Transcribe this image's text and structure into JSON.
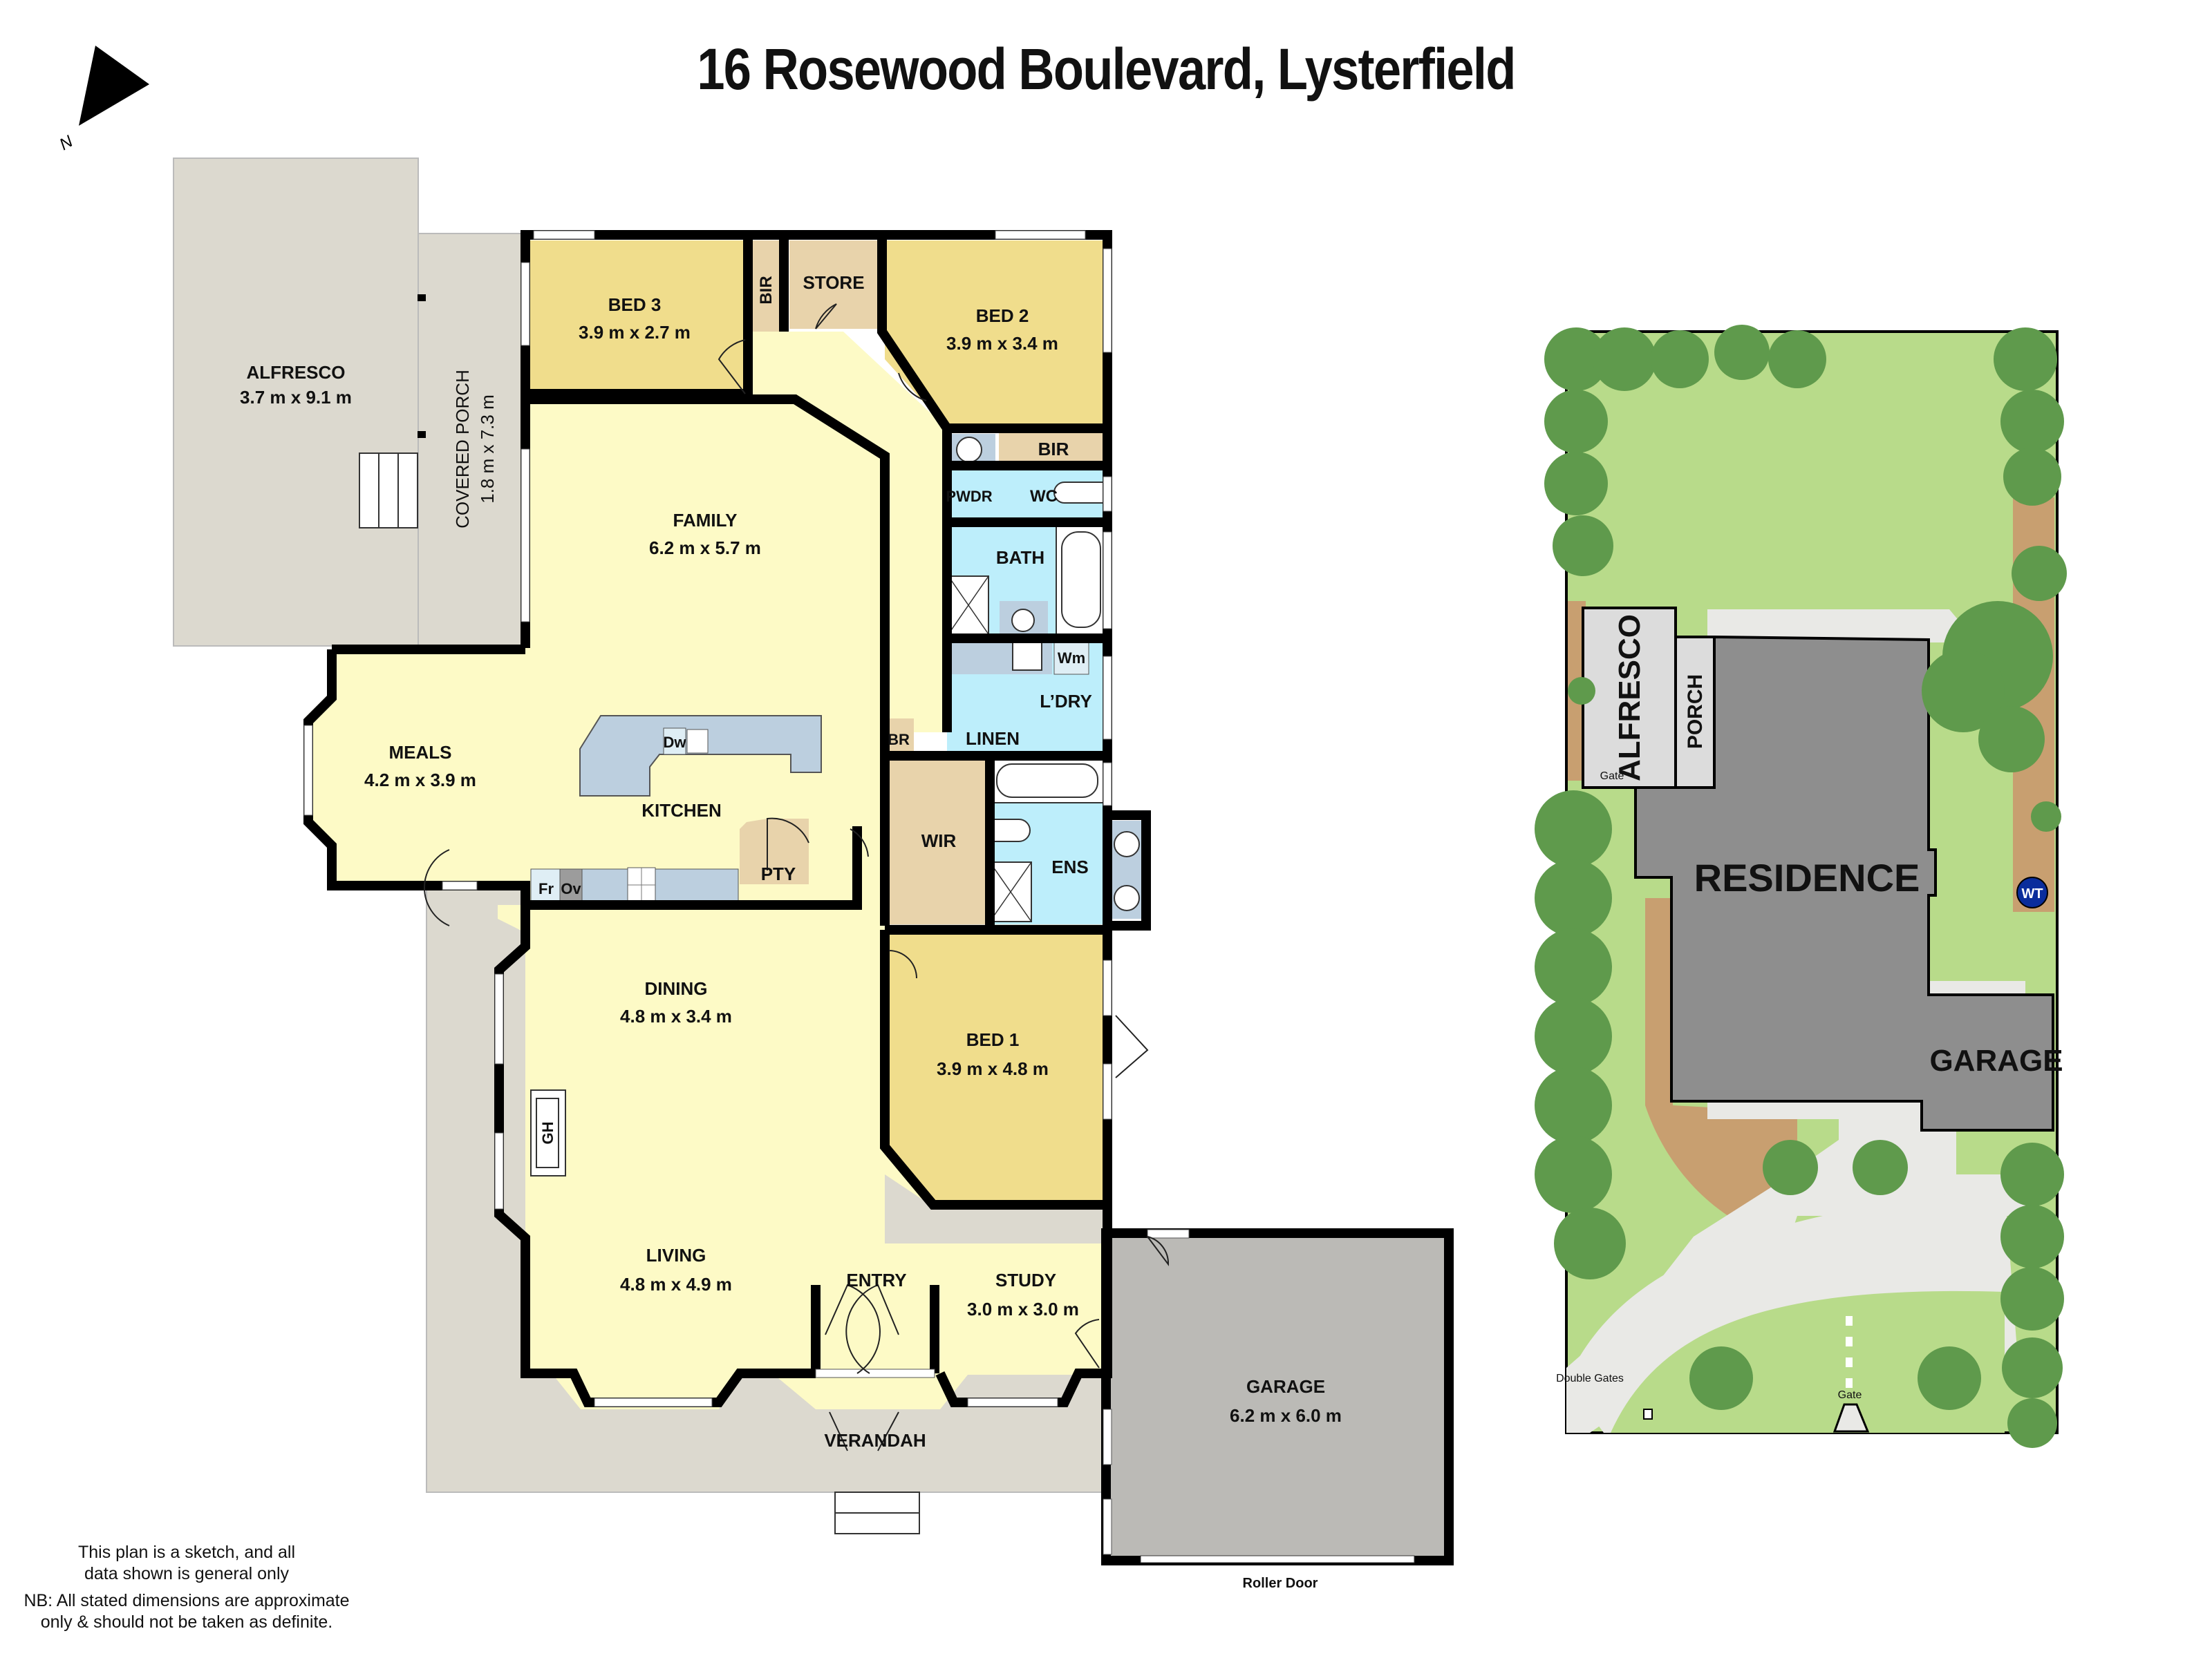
{
  "header": {
    "title": "16 Rosewood Boulevard, Lysterfield"
  },
  "compass": {
    "label": "N",
    "icon": "north-arrow-icon"
  },
  "colors": {
    "living": "#fdfac6",
    "bedroom": "#f0dd8c",
    "storage": "#e8d3ab",
    "wet": "#bdeefb",
    "bench": "#bccfdf",
    "outdoor": "#dcd9cf",
    "garage": "#bbbab6",
    "wall": "#000000",
    "lawn": "#b8db8a",
    "tree": "#5f9a4c",
    "path": "#e9e9e6",
    "garden_bed": "#c89f70",
    "roof": "#8e8e8e",
    "wt_badge": "#0a2d9c"
  },
  "rooms": {
    "alfresco": {
      "name": "ALFRESCO",
      "size": "3.7 m x 9.1 m"
    },
    "covered_porch": {
      "name": "COVERED PORCH",
      "size": "1.8 m x 7.3 m"
    },
    "bed3": {
      "name": "BED 3",
      "size": "3.9 m x 2.7 m"
    },
    "bir_bed3": {
      "name": "BIR"
    },
    "store": {
      "name": "STORE"
    },
    "bed2": {
      "name": "BED 2",
      "size": "3.9 m x 3.4 m"
    },
    "bir_bed2": {
      "name": "BIR"
    },
    "pwdr": {
      "name": "PWDR"
    },
    "wc": {
      "name": "WC"
    },
    "bath": {
      "name": "BATH"
    },
    "ldry": {
      "name": "L’DRY"
    },
    "wm": {
      "name": "Wm"
    },
    "linen": {
      "name": "LINEN"
    },
    "br": {
      "name": "BR"
    },
    "family": {
      "name": "FAMILY",
      "size": "6.2 m x 5.7 m"
    },
    "meals": {
      "name": "MEALS",
      "size": "4.2 m x 3.9 m"
    },
    "kitchen": {
      "name": "KITCHEN"
    },
    "dw": {
      "name": "Dw"
    },
    "fr": {
      "name": "Fr"
    },
    "ov": {
      "name": "Ov"
    },
    "pty": {
      "name": "PTY"
    },
    "wir": {
      "name": "WIR"
    },
    "ens": {
      "name": "ENS"
    },
    "bed1": {
      "name": "BED 1",
      "size": "3.9 m x 4.8 m"
    },
    "dining": {
      "name": "DINING",
      "size": "4.8 m x 3.4 m"
    },
    "gh": {
      "name": "GH"
    },
    "living": {
      "name": "LIVING",
      "size": "4.8 m x 4.9 m"
    },
    "entry": {
      "name": "ENTRY"
    },
    "study": {
      "name": "STUDY",
      "size": "3.0 m x 3.0 m"
    },
    "verandah": {
      "name": "VERANDAH"
    },
    "garage": {
      "name": "GARAGE",
      "size": "6.2 m x 6.0 m"
    },
    "roller_door": {
      "name": "Roller Door"
    }
  },
  "site_plan": {
    "residence": "RESIDENCE",
    "alfresco": "ALFRESCO",
    "porch": "PORCH",
    "garage": "GARAGE",
    "gate_side": "Gate",
    "gate_front": "Gate",
    "double_gates": "Double Gates",
    "water_tank": "WT"
  },
  "disclaimer": {
    "line1": "This plan is a sketch, and all",
    "line2": "data shown is general only",
    "line3": "NB: All stated dimensions are approximate",
    "line4": "only & should not be taken as definite."
  }
}
